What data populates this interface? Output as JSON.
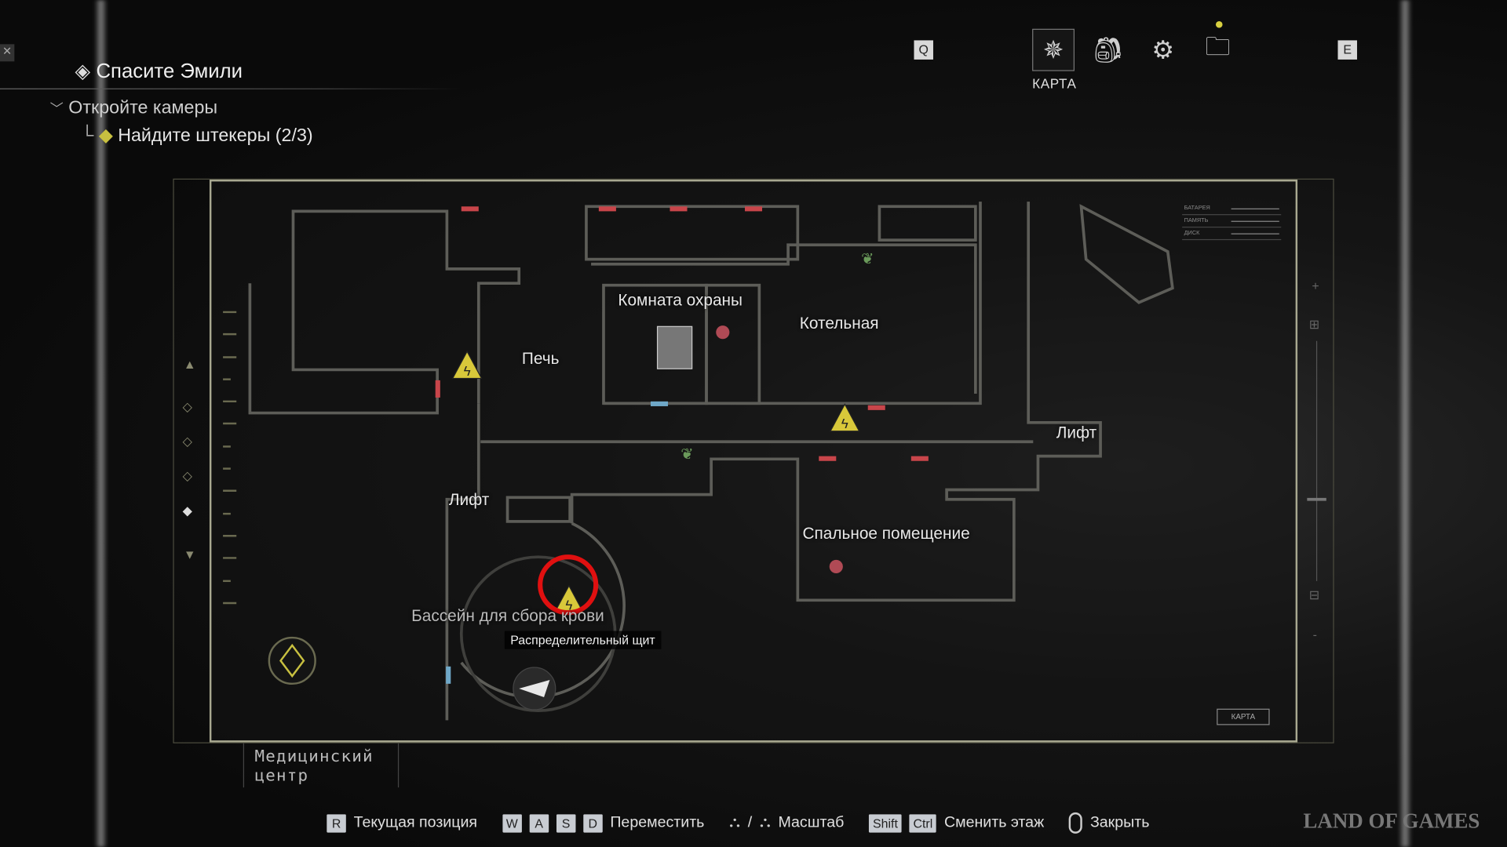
{
  "objectives": {
    "main": "Спасите Эмили",
    "sub": "Откройте камеры",
    "task": "Найдите штекеры (2/3)"
  },
  "tabs": {
    "prev_key": "Q",
    "next_key": "E",
    "items": [
      {
        "icon": "compass-icon",
        "label": "КАРТА",
        "active": true
      },
      {
        "icon": "backpack-icon",
        "active": false
      },
      {
        "icon": "gears-icon",
        "active": false
      },
      {
        "icon": "files-icon",
        "active": false,
        "notification": true
      }
    ]
  },
  "map": {
    "rooms": {
      "security": "Комната охраны",
      "furnace": "Печь",
      "boiler": "Котельная",
      "elevator_right": "Лифт",
      "elevator_left": "Лифт",
      "bedroom": "Спальное помещение",
      "pool": "Бассейн для сбора крови"
    },
    "tooltip": "Распределительный щит",
    "status": [
      "БАТАРЕЯ",
      "ПАМЯТЬ",
      "ДИСК"
    ],
    "badge": "КАРТА",
    "area": "Медицинский центр",
    "colors": {
      "locked_door": "#c8454a",
      "open_door": "#6fa8c8",
      "hazard": "#d8c83a",
      "marker": "#e01010"
    }
  },
  "hints": {
    "r_key": "R",
    "current_pos": "Текущая позиция",
    "w": "W",
    "a": "A",
    "s": "S",
    "d": "D",
    "move": "Переместить",
    "slash": "/",
    "zoom": "Масштаб",
    "shift": "Shift",
    "ctrl": "Ctrl",
    "change_floor": "Сменить этаж",
    "close": "Закрыть"
  },
  "watermark": "LAND OF GAMES"
}
